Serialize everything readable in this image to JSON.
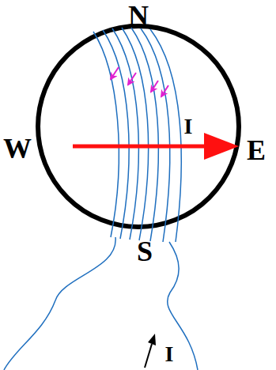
{
  "diagram": {
    "labels": [
      "N",
      "W",
      "E",
      "S",
      "I",
      "I"
    ]
  }
}
